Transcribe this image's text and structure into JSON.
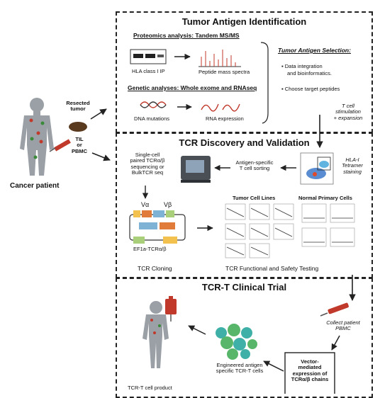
{
  "colors": {
    "line": "#222222",
    "tumor": "#5a3a1e",
    "blood": "#c0392b",
    "green": "#58b66a",
    "body_grey": "#9aa0a6"
  },
  "left": {
    "resected_tumor": [
      "Resected",
      "tumor"
    ],
    "til_pbmc": [
      "TIL",
      "or",
      "PBMC"
    ],
    "patient_label": "Cancer patient"
  },
  "panel1": {
    "title": "Tumor Antigen Identification",
    "proteomics_header": "Proteomics analysis: Tandem MS/MS",
    "hla_label": "HLA class I IP",
    "peptide_label": "Peptide mass spectra",
    "genetic_header": "Genetic analyses: Whole exome and RNAseq",
    "dna_label": "DNA mutations",
    "rna_label": "RNA expression",
    "selection_header": "Tumor Antigen Selection:",
    "bullets": [
      "Data integration",
      "and bioinformatics.",
      "Choose target peptides"
    ],
    "stim_lines": [
      "T cell",
      "stimulation",
      "+ expansion"
    ]
  },
  "panel2": {
    "title": "TCR Discovery and Validation",
    "sc_lines": [
      "Single-cell",
      "paired TCRα/β",
      "sequencing or",
      "BulkTCR seq"
    ],
    "sorting_lines": [
      "Antigen-specific",
      "T cell sorting"
    ],
    "tetramer_lines": [
      "HLA-I",
      "Tetramer",
      "staining"
    ],
    "valpha": "Vα",
    "vbeta": "Vβ",
    "ef1a": "EF1a-TCRα/β",
    "cloning_label": "TCR Cloning",
    "tumor_lines": "Tumor Cell Lines",
    "normal_cells": "Normal Primary Cells",
    "functional_label": "TCR Functional and Safety Testing"
  },
  "panel3": {
    "title": "TCR-T Clinical Trial",
    "collect_lines": [
      "Collect patient",
      "PBMC"
    ],
    "engineered_lines": [
      "Engineered antigen",
      "specific TCR-T cells"
    ],
    "vector_lines": [
      "Vector-",
      "mediated",
      "expression of",
      "TCRα/β chains"
    ],
    "product_label": "TCR-T cell product"
  }
}
